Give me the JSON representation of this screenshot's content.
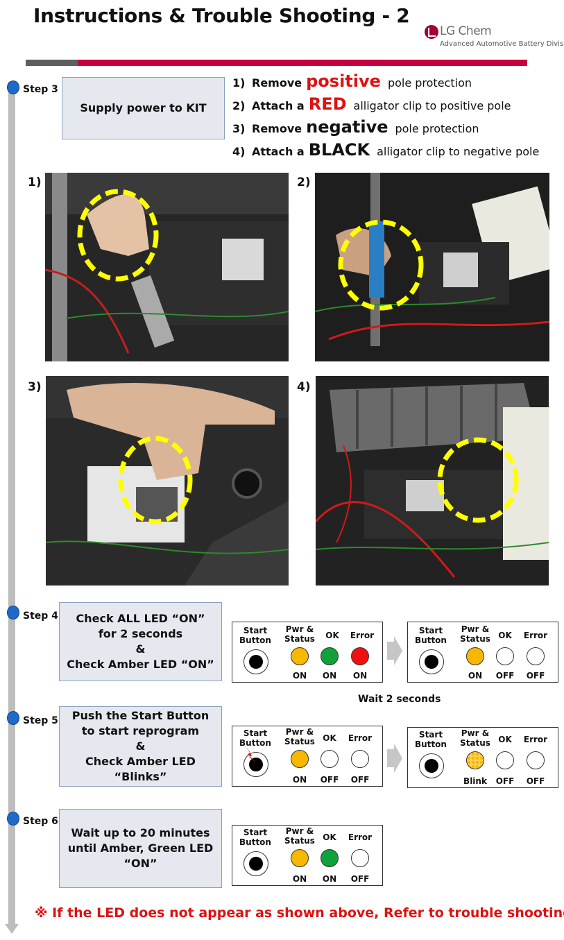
{
  "header": {
    "title": "Instructions & Trouble Shooting - 2",
    "logo_name": "LG Chem",
    "logo_sub": "Advanced Automotive Battery Division"
  },
  "step3": {
    "label": "Step 3",
    "box": "Supply power to KIT",
    "instructions": [
      {
        "num": "1)",
        "pre": "Remove",
        "big": "positive",
        "post": "pole protection"
      },
      {
        "num": "2)",
        "pre": "Attach a",
        "big": "RED",
        "post": "alligator clip to positive pole"
      },
      {
        "num": "3)",
        "pre": "Remove",
        "big": "negative",
        "post": "pole protection"
      },
      {
        "num": "4)",
        "pre": "Attach a",
        "big": "BLACK",
        "post": "alligator clip to negative pole"
      }
    ],
    "photos": [
      {
        "label": "1)"
      },
      {
        "label": "2)"
      },
      {
        "label": "3)"
      },
      {
        "label": "4)"
      }
    ]
  },
  "led_headers": {
    "start": "Start\nButton",
    "pwr": "Pwr &\nStatus",
    "ok": "OK",
    "error": "Error"
  },
  "step4": {
    "label": "Step 4",
    "box": "Check ALL LED “ON”\nfor 2 seconds\n&\nCheck Amber LED “ON”",
    "panel_a": {
      "pwr": "ON",
      "ok": "ON",
      "error": "ON"
    },
    "panel_b": {
      "pwr": "ON",
      "ok": "OFF",
      "error": "OFF"
    },
    "wait": "Wait 2 seconds"
  },
  "step5": {
    "label": "Step 5",
    "box": "Push the Start Button\nto start reprogram\n&\nCheck Amber LED\n“Blinks”",
    "panel_a": {
      "pwr": "ON",
      "ok": "OFF",
      "error": "OFF"
    },
    "panel_b": {
      "pwr": "Blink",
      "ok": "OFF",
      "error": "OFF"
    }
  },
  "step6": {
    "label": "Step 6",
    "box": "Wait up to 20 minutes\nuntil Amber, Green LED\n“ON”",
    "panel": {
      "pwr": "ON",
      "ok": "ON",
      "error": "OFF"
    }
  },
  "footer": "※ If the LED does not appear as shown above, Refer to trouble shooting",
  "colors": {
    "amber": "#f9b800",
    "green": "#10a23a",
    "red": "#f01010",
    "brand": "#a50034",
    "accent_blue": "#1f6ac9"
  }
}
